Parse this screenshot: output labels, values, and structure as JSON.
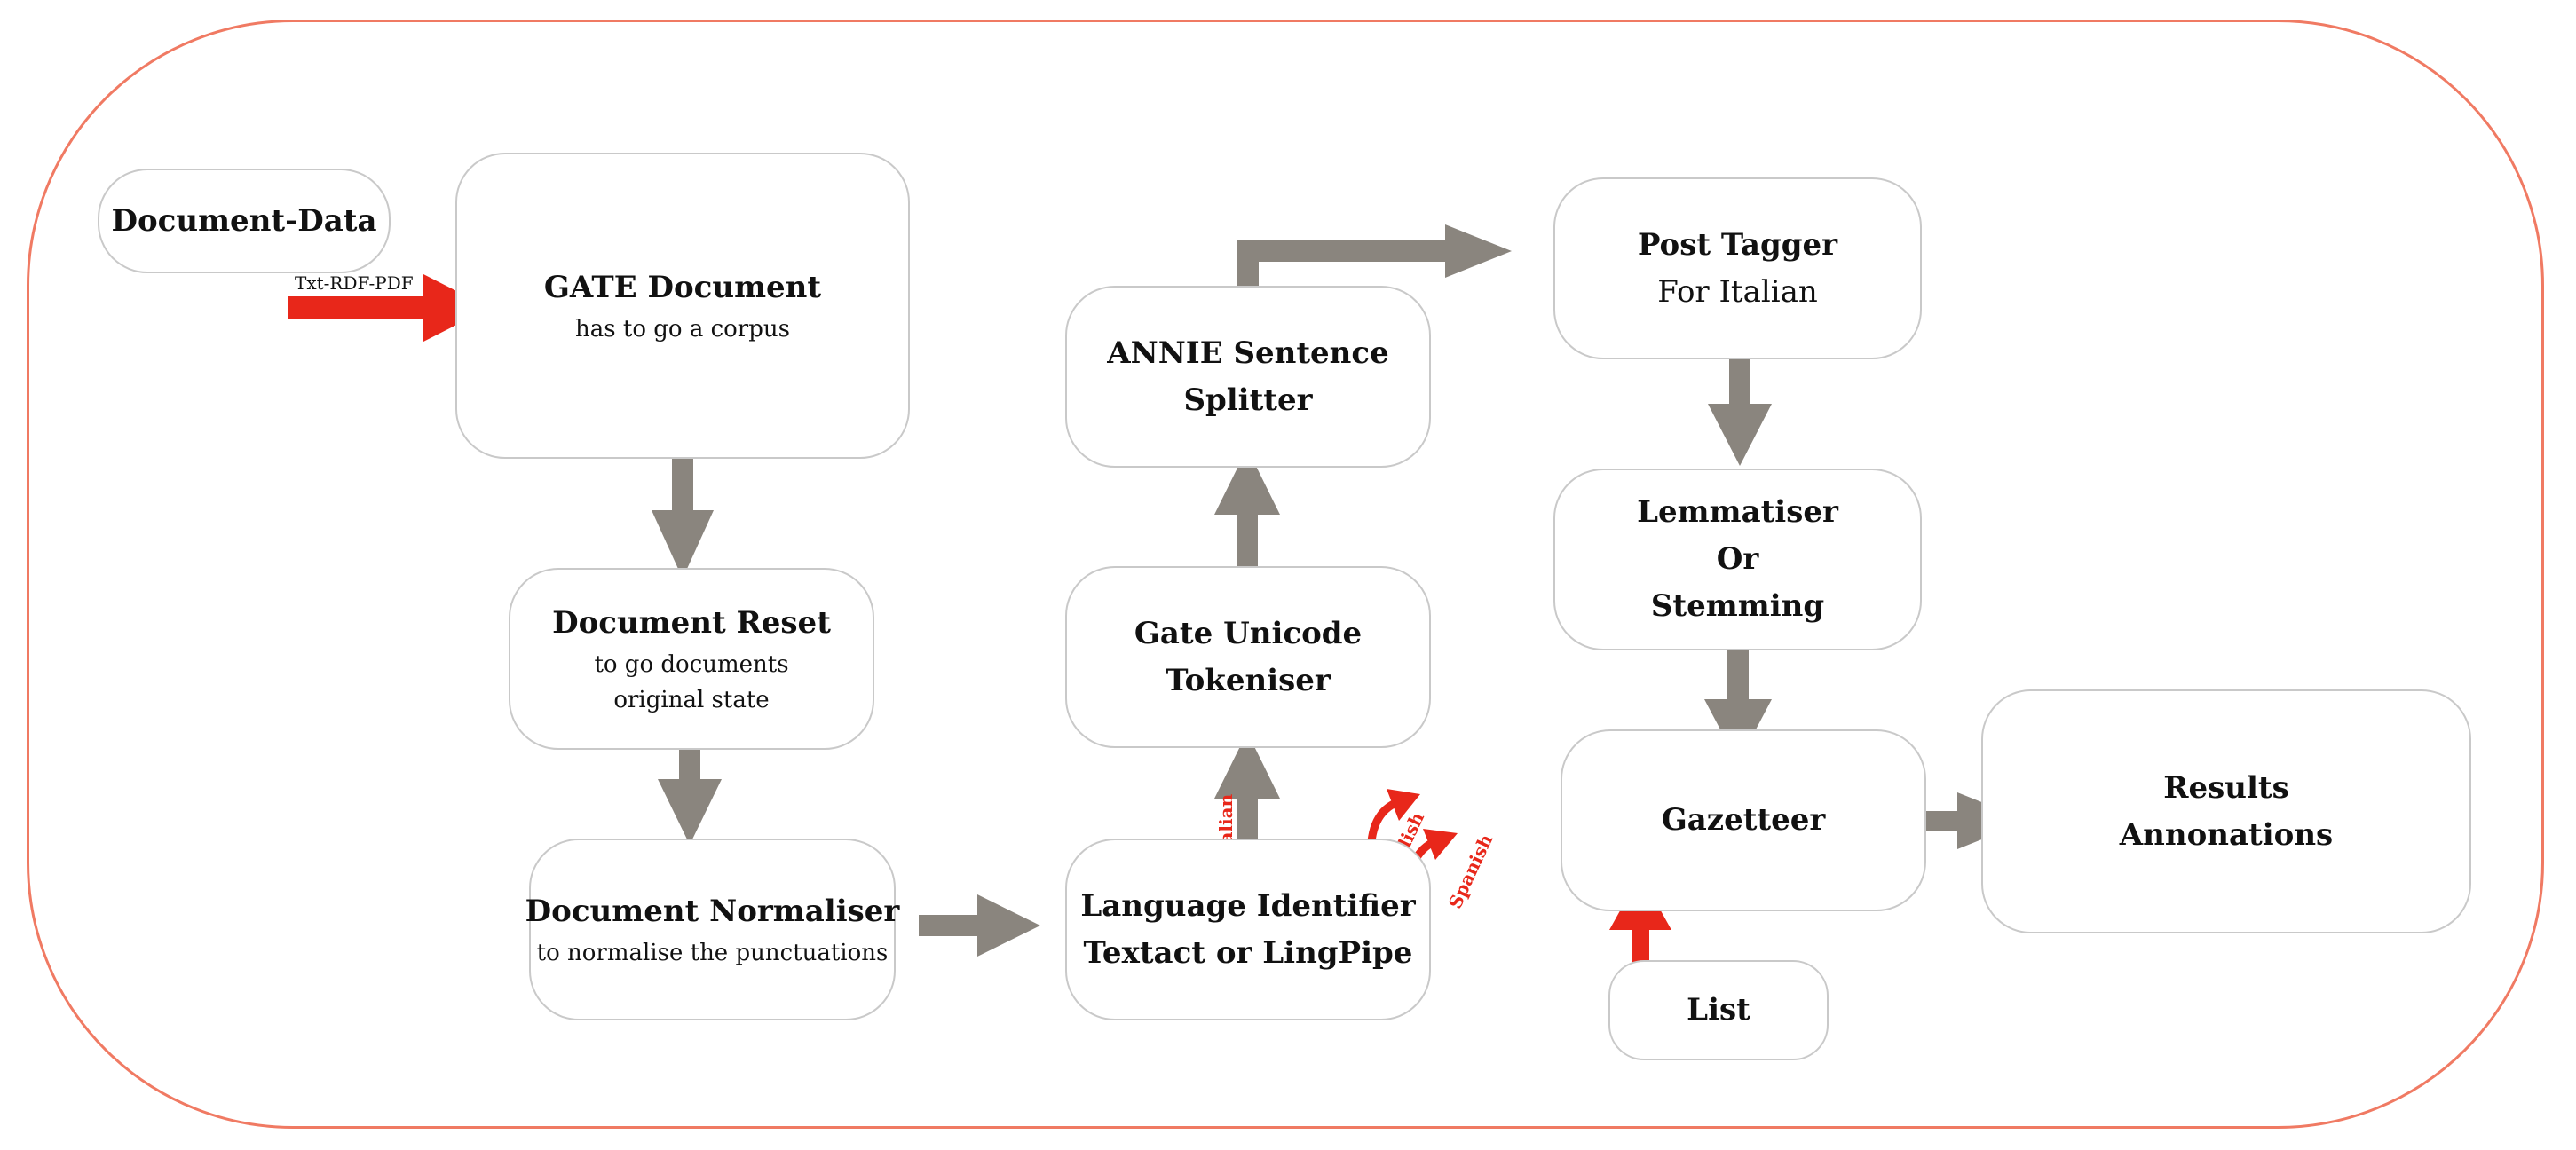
{
  "nodes": {
    "document_data": {
      "title": "Document-Data"
    },
    "gate_document": {
      "title": "GATE Document",
      "subtitle": "has to go a corpus"
    },
    "document_reset": {
      "title": "Document Reset",
      "line1": "to go documents",
      "line2": "original state"
    },
    "document_normaliser": {
      "title": "Document Normaliser",
      "subtitle": "to normalise the punctuations"
    },
    "language_identifier": {
      "line1": "Language Identifier",
      "line2": "Textact or LingPipe"
    },
    "gate_unicode_tokeniser": {
      "line1": "Gate Unicode",
      "line2": "Tokeniser"
    },
    "annie_sentence_splitter": {
      "line1": "ANNIE Sentence",
      "line2": "Splitter"
    },
    "post_tagger": {
      "title": "Post Tagger",
      "subtitle": "For Italian"
    },
    "lemmatiser": {
      "line1": "Lemmatiser",
      "line2": "Or",
      "line3": "Stemming"
    },
    "gazetteer": {
      "title": "Gazetteer"
    },
    "list": {
      "title": "List"
    },
    "results": {
      "line1": "Results",
      "line2": "Annonations"
    }
  },
  "edge_labels": {
    "input_formats": "Txt-RDF-PDF",
    "italian": "Italian",
    "english": "English",
    "spanish": "Spanish"
  },
  "colors": {
    "frame": "#f07a63",
    "flow_arrow": "#8a857e",
    "input_arrow": "#e8271a",
    "box_border": "#c9c9c9"
  }
}
